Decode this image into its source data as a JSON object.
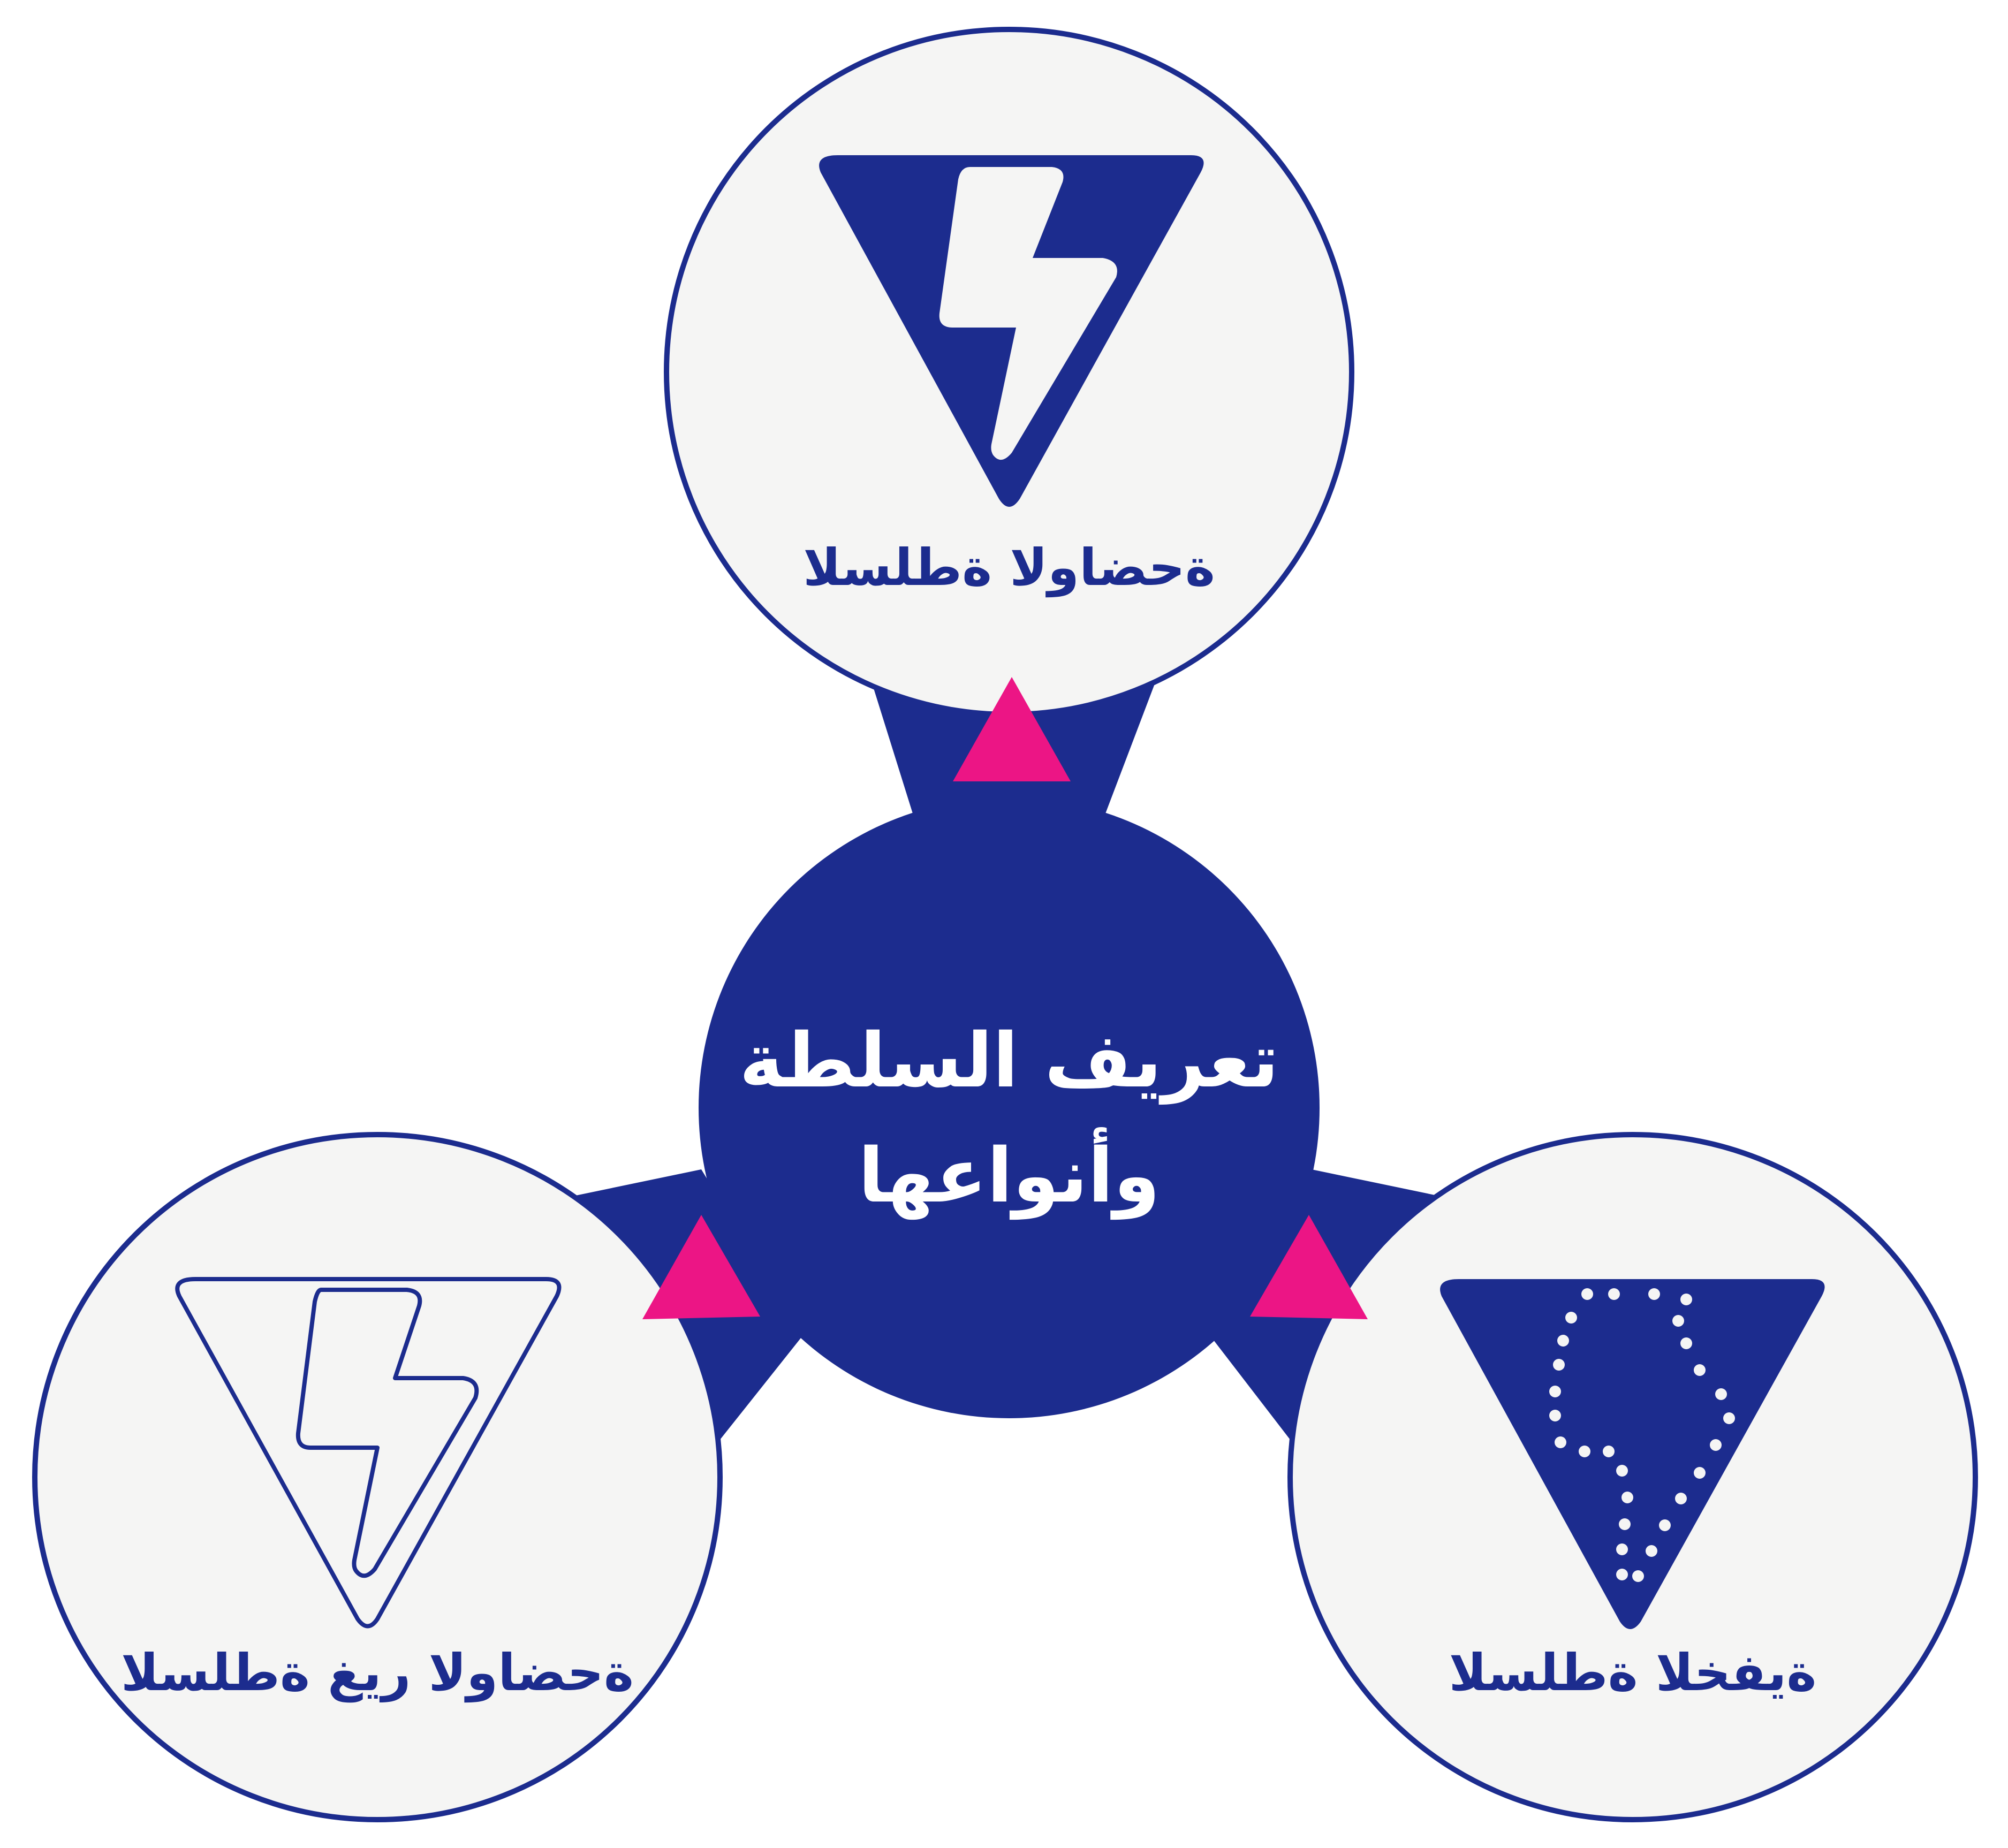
{
  "colors": {
    "navy": "#1C2C8E",
    "pink": "#EC1585",
    "node_fill": "#F5F5F4",
    "white": "#FFFFFF"
  },
  "center": {
    "title_line1": "تعريف السلطة",
    "title_line2": "وأنواعها"
  },
  "nodes": [
    {
      "id": "top",
      "label": "ةحضاولا ةطلسلا",
      "icon": "lightning-triangle-solid-icon"
    },
    {
      "id": "left",
      "label": "ةحضاولا ريغ ةطلسلا",
      "icon": "lightning-triangle-outline-icon"
    },
    {
      "id": "right",
      "label": "ةيفخلا ةطلسلا",
      "icon": "lightning-triangle-dotted-icon"
    }
  ]
}
